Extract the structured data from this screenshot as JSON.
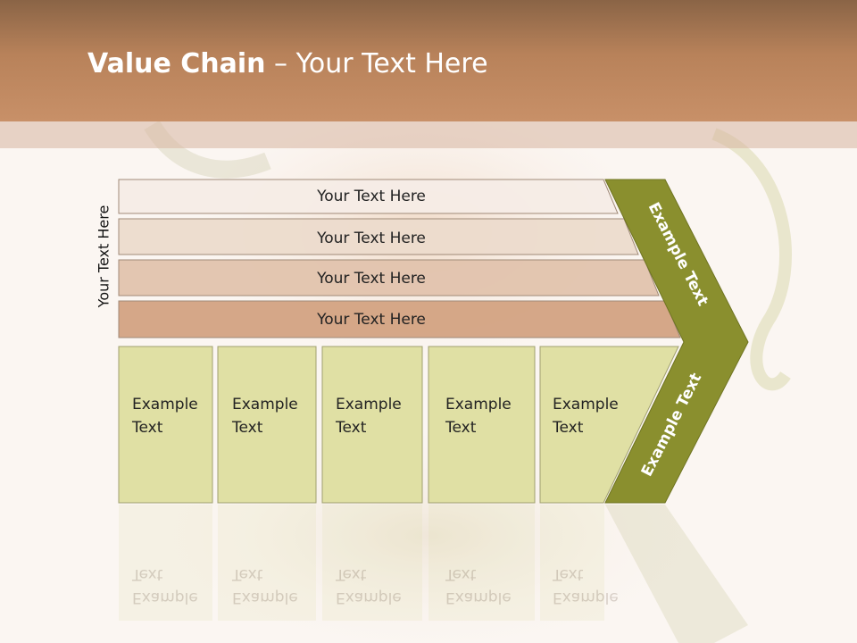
{
  "title": {
    "bold": "Value Chain",
    "rest": " – Your Text Here"
  },
  "side_label": "Your Text Here",
  "rows": [
    {
      "label": "Your Text Here",
      "color": "#f5ece6"
    },
    {
      "label": "Your Text Here",
      "color": "#ecdbcc"
    },
    {
      "label": "Your Text Here",
      "color": "#e2c3ad"
    },
    {
      "label": "Your Text Here",
      "color": "#d3a282"
    }
  ],
  "columns": [
    {
      "line1": "Example",
      "line2": "Text"
    },
    {
      "line1": "Example",
      "line2": "Text"
    },
    {
      "line1": "Example",
      "line2": "Text"
    },
    {
      "line1": "Example",
      "line2": "Text"
    },
    {
      "line1": "Example",
      "line2": "Text"
    }
  ],
  "chevron": {
    "top_text": "Example Text",
    "bottom_text": "Example Text",
    "color": "#8a8f2e"
  },
  "column_color": "#e0e0a4"
}
